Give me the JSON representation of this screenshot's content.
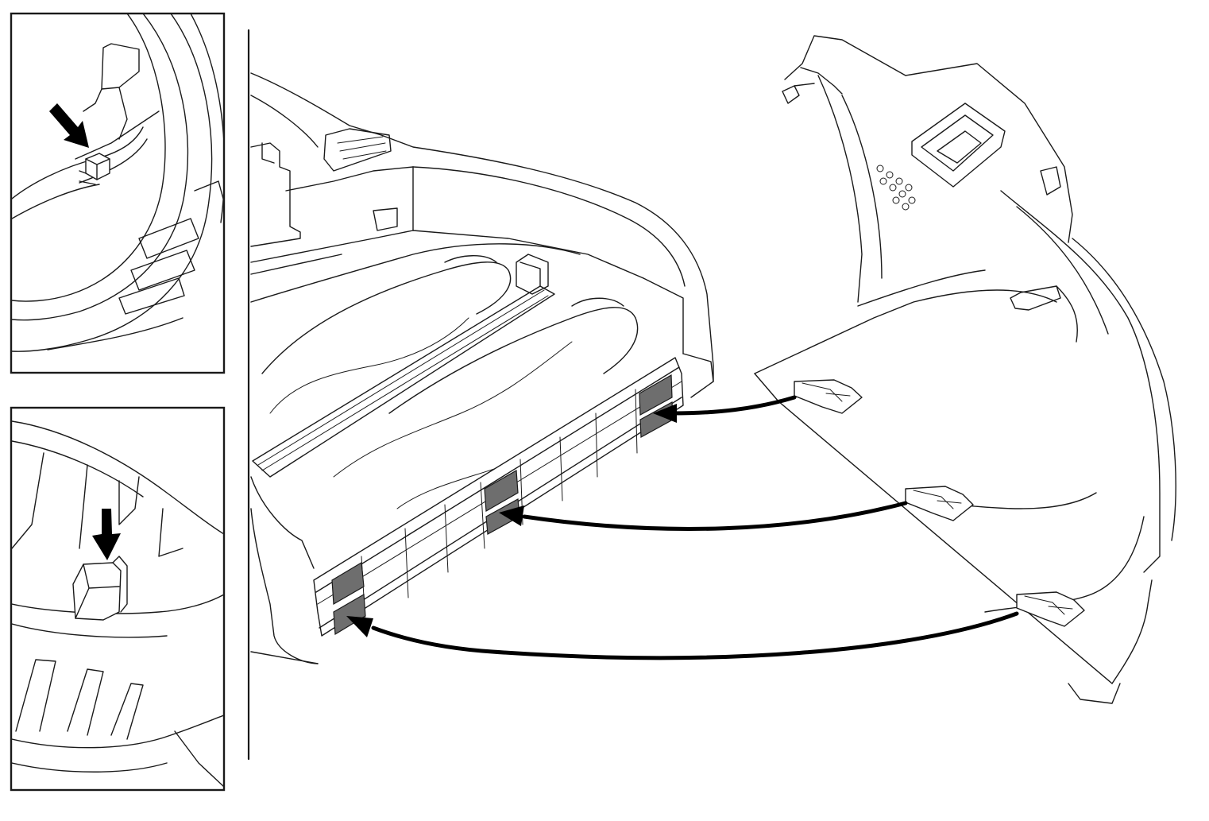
{
  "figure": {
    "description": "",
    "colors": {
      "line": "#1a1a1a",
      "background": "#ffffff",
      "slot_fill": "#6e6e6e",
      "arrow": "#000000"
    },
    "detail_views": [
      {
        "name": "detail-top",
        "shows": "latch-tab"
      },
      {
        "name": "detail-bottom",
        "shows": "latch-tab-press"
      }
    ],
    "clips_count": 3,
    "slot_count": 3
  }
}
